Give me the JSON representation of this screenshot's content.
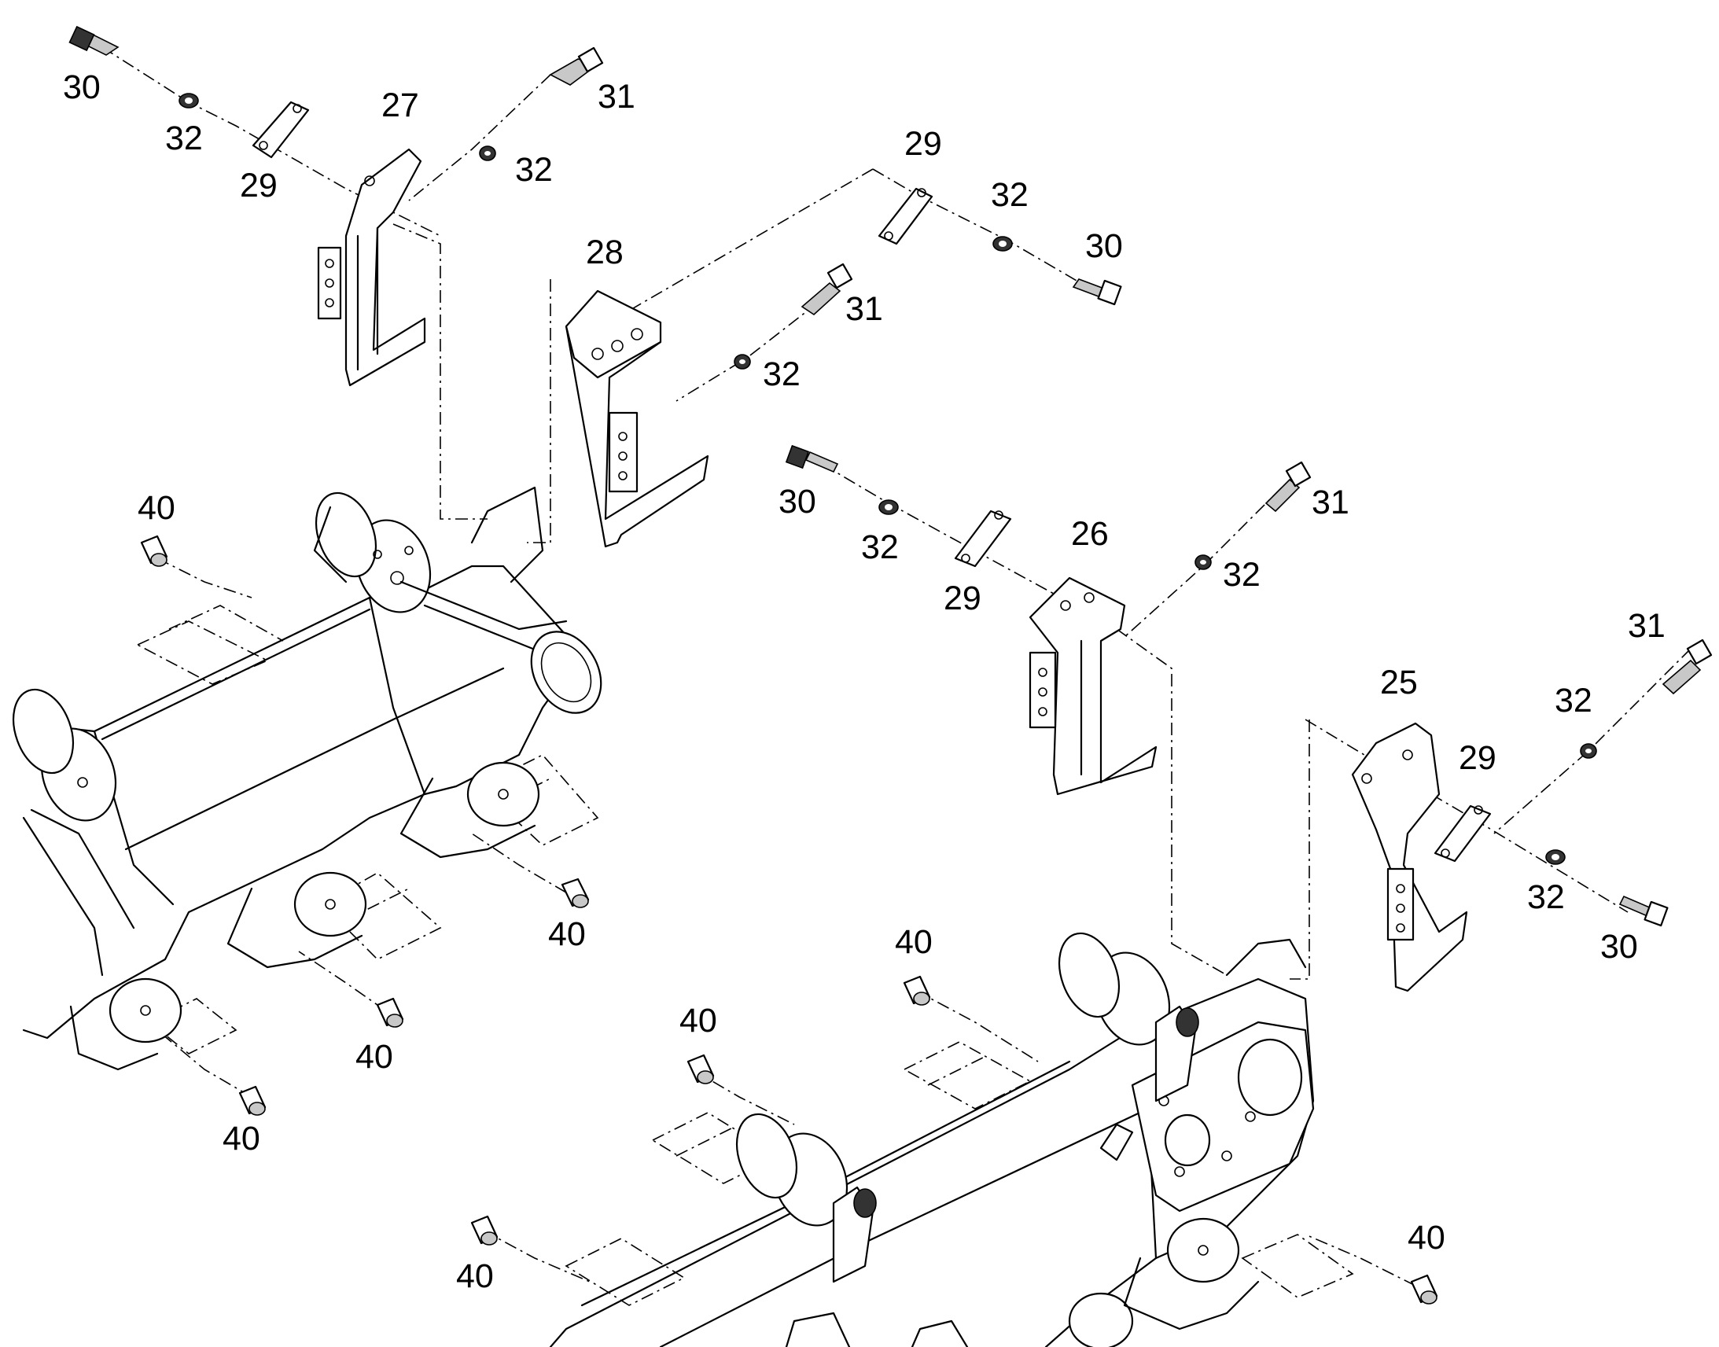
{
  "diagram": {
    "callouts": [
      {
        "id": "c1",
        "text": "30"
      },
      {
        "id": "c2",
        "text": "32"
      },
      {
        "id": "c3",
        "text": "29"
      },
      {
        "id": "c4",
        "text": "27"
      },
      {
        "id": "c5",
        "text": "31"
      },
      {
        "id": "c6",
        "text": "32"
      },
      {
        "id": "c7",
        "text": "29"
      },
      {
        "id": "c8",
        "text": "32"
      },
      {
        "id": "c9",
        "text": "30"
      },
      {
        "id": "c10",
        "text": "28"
      },
      {
        "id": "c11",
        "text": "31"
      },
      {
        "id": "c12",
        "text": "32"
      },
      {
        "id": "c13",
        "text": "30"
      },
      {
        "id": "c14",
        "text": "32"
      },
      {
        "id": "c15",
        "text": "29"
      },
      {
        "id": "c16",
        "text": "26"
      },
      {
        "id": "c17",
        "text": "31"
      },
      {
        "id": "c18",
        "text": "32"
      },
      {
        "id": "c19",
        "text": "31"
      },
      {
        "id": "c20",
        "text": "25"
      },
      {
        "id": "c21",
        "text": "32"
      },
      {
        "id": "c22",
        "text": "29"
      },
      {
        "id": "c23",
        "text": "32"
      },
      {
        "id": "c24",
        "text": "30"
      },
      {
        "id": "c25",
        "text": "40"
      },
      {
        "id": "c26",
        "text": "40"
      },
      {
        "id": "c27",
        "text": "40"
      },
      {
        "id": "c28",
        "text": "40"
      },
      {
        "id": "c29",
        "text": "40"
      },
      {
        "id": "c30",
        "text": "40"
      },
      {
        "id": "c31",
        "text": "40"
      },
      {
        "id": "c32",
        "text": "40"
      }
    ]
  }
}
